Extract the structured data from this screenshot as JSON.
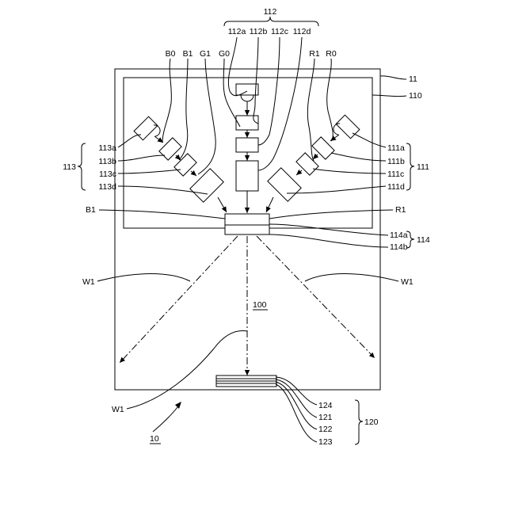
{
  "labels": {
    "l112": "112",
    "l112a": "112a",
    "l112b": "112b",
    "l112c": "112c",
    "l112d": "112d",
    "B0": "B0",
    "B1_top": "B1",
    "G1": "G1",
    "G0": "G0",
    "R1_top": "R1",
    "R0": "R0",
    "l11": "11",
    "l110": "110",
    "l113a": "113a",
    "l113b": "113b",
    "l113": "113",
    "l113c": "113c",
    "l113d": "113d",
    "l111a": "111a",
    "l111b": "111b",
    "l111": "111",
    "l111c": "111c",
    "l111d": "111d",
    "B1_side": "B1",
    "R1_side": "R1",
    "l114a": "114a",
    "l114": "114",
    "l114b": "114b",
    "W1_left": "W1",
    "W1_right": "W1",
    "l100": "100",
    "W1_bottom": "W1",
    "l124": "124",
    "l121": "121",
    "l120": "120",
    "l122": "122",
    "l123": "123",
    "l10": "10"
  }
}
